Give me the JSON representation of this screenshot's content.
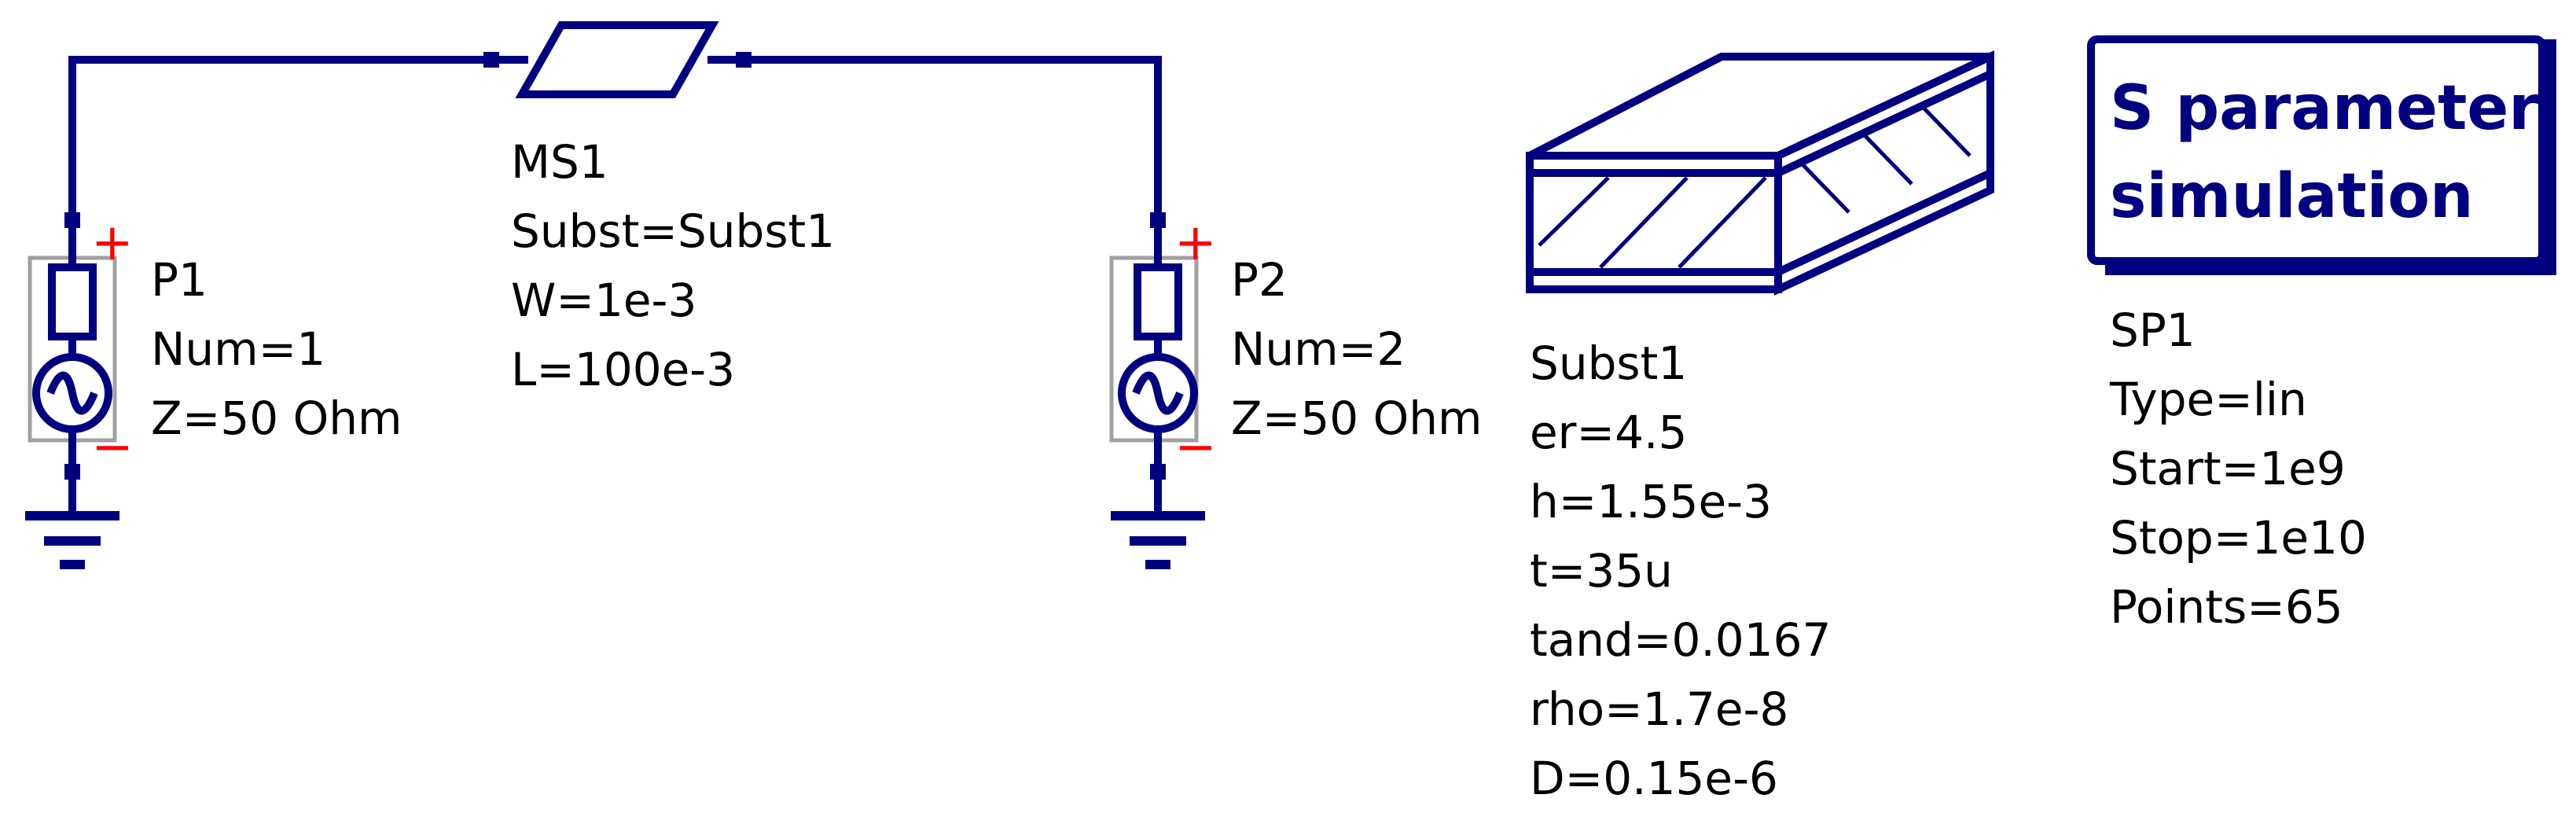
{
  "colors": {
    "wire": "#000080",
    "text": "#000000",
    "polarity": "#ff0000",
    "port_frame": "#a0a0a0"
  },
  "microstrip": {
    "name": "MS1",
    "props": [
      "Subst=Subst1",
      "W=1e-3",
      "L=100e-3"
    ]
  },
  "port1": {
    "name": "P1",
    "props": [
      "Num=1",
      "Z=50 Ohm"
    ],
    "plus": "+",
    "minus": "−"
  },
  "port2": {
    "name": "P2",
    "props": [
      "Num=2",
      "Z=50 Ohm"
    ],
    "plus": "+",
    "minus": "−"
  },
  "substrate": {
    "name": "Subst1",
    "props": [
      "er=4.5",
      "h=1.55e-3",
      "t=35u",
      "tand=0.0167",
      "rho=1.7e-8",
      "D=0.15e-6"
    ]
  },
  "simulation": {
    "title_lines": [
      "S parameter",
      "simulation"
    ],
    "name": "SP1",
    "props": [
      "Type=lin",
      "Start=1e9",
      "Stop=1e10",
      "Points=65"
    ]
  }
}
